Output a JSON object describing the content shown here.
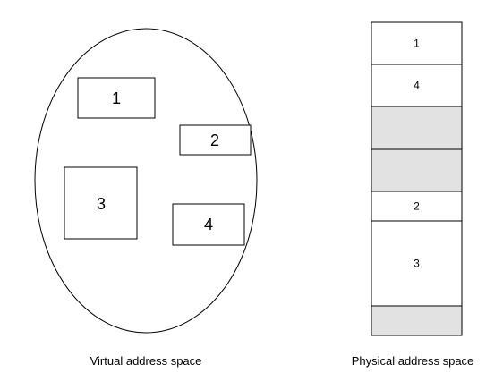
{
  "virtual": {
    "caption": "Virtual address space",
    "blocks": [
      {
        "label": "1"
      },
      {
        "label": "2"
      },
      {
        "label": "3"
      },
      {
        "label": "4"
      }
    ]
  },
  "physical": {
    "caption": "Physical address space",
    "segments": [
      {
        "label": "1",
        "used": true
      },
      {
        "label": "4",
        "used": true
      },
      {
        "label": "",
        "used": false
      },
      {
        "label": "",
        "used": false
      },
      {
        "label": "2",
        "used": true
      },
      {
        "label": "3",
        "used": true
      },
      {
        "label": "",
        "used": false
      }
    ]
  },
  "colors": {
    "stroke": "#000000",
    "free": "#e2e2e2",
    "used": "#ffffff"
  }
}
